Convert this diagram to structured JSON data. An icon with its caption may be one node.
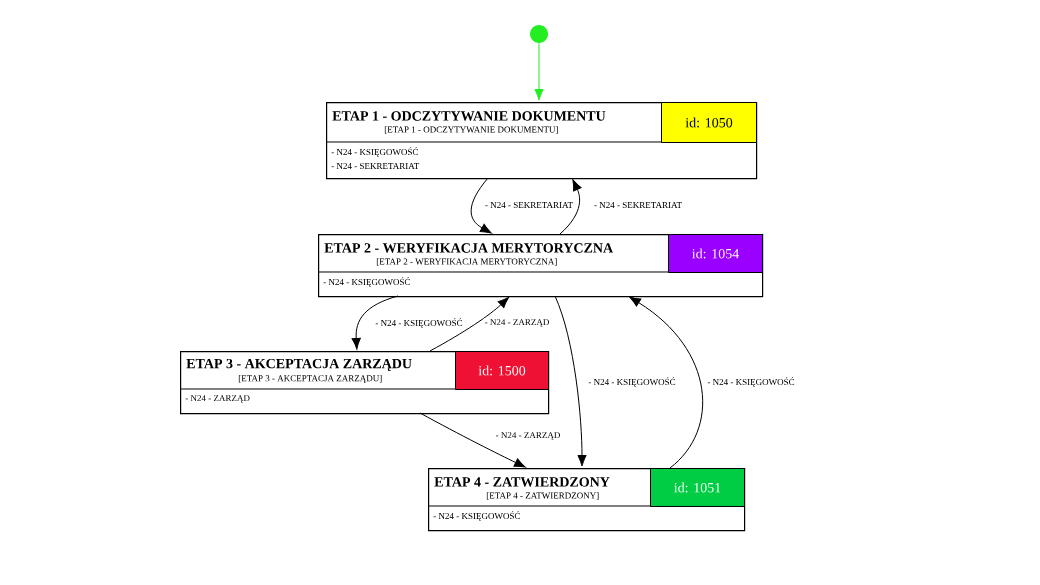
{
  "diagram": {
    "nodes": [
      {
        "text": [],
        "shape": "circle"
      },
      {
        "text": [
          "ETAP 1 - ODCZYTYWANIE DOKUMENTU",
          "[ETAP 1 - ODCZYTYWANIE DOKUMENTU]",
          "- N24 - KSIĘGOWOŚĆ",
          "- N24 - SEKRETARIAT"
        ]
      },
      {
        "text": [
          "id: 1050"
        ],
        "in": 1
      },
      {
        "text": [
          "ETAP 2 - WERYFIKACJA MERYTORYCZNA",
          "[ETAP 2 - WERYFIKACJA MERYTORYCZNA]",
          "- N24 - KSIĘGOWOŚĆ"
        ]
      },
      {
        "text": [
          "id: 1054"
        ],
        "in": 3
      },
      {
        "text": [
          "ETAP 3 - AKCEPTACJA ZARZĄDU",
          "[ETAP 3 - AKCEPTACJA ZARZĄDU]",
          "- N24 - ZARZĄD"
        ]
      },
      {
        "text": [
          "id: 1500"
        ],
        "in": 5
      },
      {
        "text": [
          "ETAP 4 - ZATWIERDZONY",
          "[ETAP 4 - ZATWIERDZONY]",
          "- N24 - KSIĘGOWOŚĆ"
        ]
      },
      {
        "text": [
          "id: 1051"
        ],
        "in": 7
      }
    ],
    "edges": [
      {
        "from": 0,
        "to": 1,
        "arrow": "to",
        "color": "#22ee22"
      },
      {
        "from": 1,
        "to": 3,
        "arrow": "to",
        "label": "- N24 - SEKRETARIAT"
      },
      {
        "from": 3,
        "to": 1,
        "arrow": "to",
        "label": "- N24 - SEKRETARIAT"
      },
      {
        "from": 3,
        "to": 5,
        "arrow": "to",
        "label": "- N24 - KSIĘGOWOŚĆ"
      },
      {
        "from": 5,
        "to": 3,
        "arrow": "to",
        "label": "- N24 - ZARZĄD"
      },
      {
        "from": 3,
        "to": 7,
        "arrow": "to",
        "label": "- N24 - KSIĘGOWOŚĆ"
      },
      {
        "from": 7,
        "to": 3,
        "arrow": "to",
        "label": "- N24 - KSIĘGOWOŚĆ"
      },
      {
        "from": 5,
        "to": 7,
        "arrow": "to",
        "label": "- N24 - ZARZĄD"
      }
    ]
  }
}
